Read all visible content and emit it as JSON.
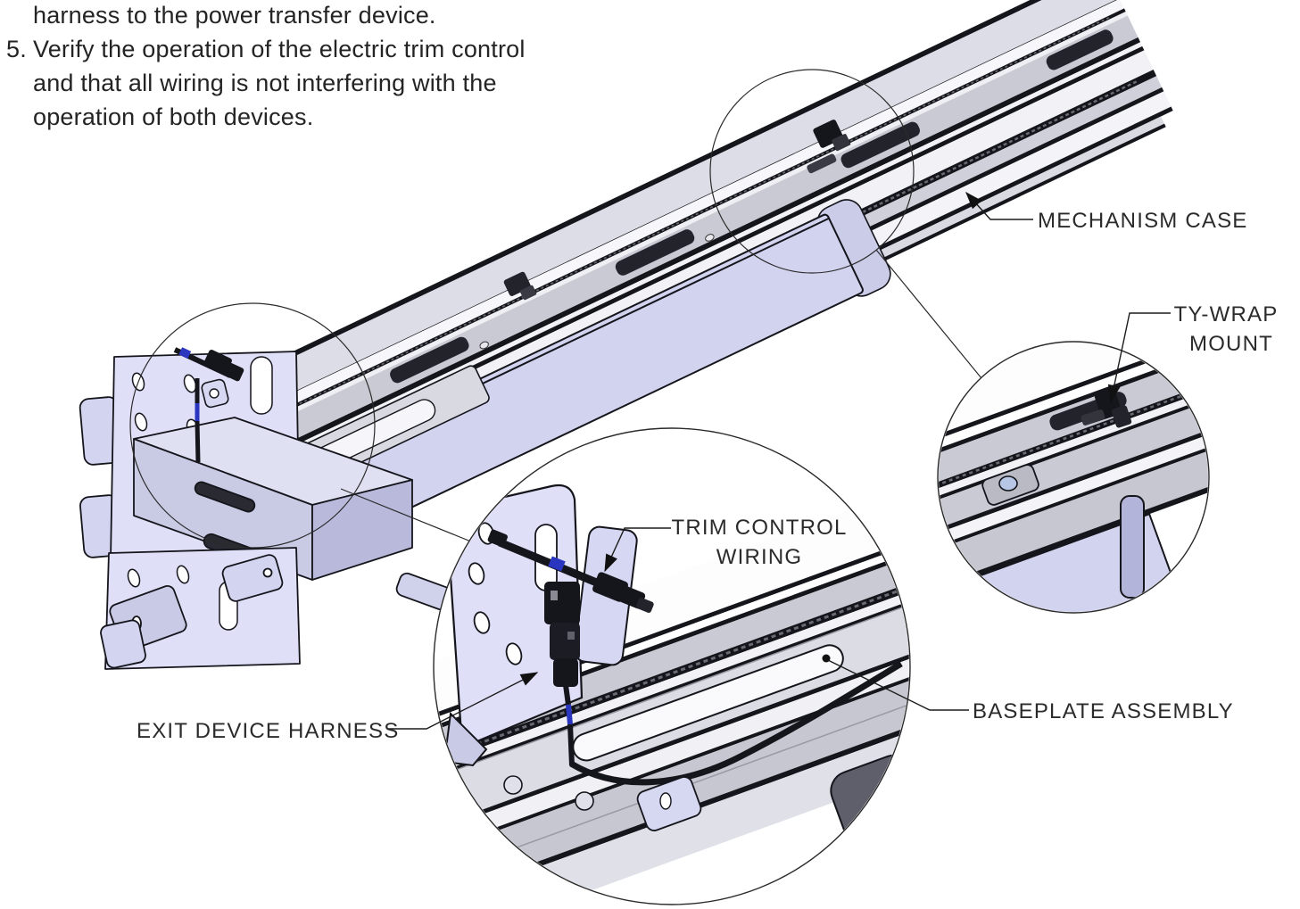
{
  "document": {
    "instructions": {
      "continuation_line": "harness to the power transfer device.",
      "item_number": "5.",
      "item_lines": [
        "Verify the operation of the electric trim control",
        "and that all wiring is not interfering with the",
        "operation of both devices."
      ]
    },
    "callouts": {
      "mechanism_case": "MECHANISM CASE",
      "ty_wrap_line1": "TY-WRAP",
      "ty_wrap_line2": "MOUNT",
      "trim_control_line1": "TRIM CONTROL",
      "trim_control_line2": "WIRING",
      "baseplate_assembly": "BASEPLATE ASSEMBLY",
      "exit_device_harness": "EXIT DEVICE HARNESS"
    },
    "figure_parts": [
      "mechanism-case-rail",
      "push-bar-panel",
      "mounting-bracket-plates",
      "trim-control-wiring",
      "exit-device-harness",
      "ty-wrap-mount",
      "baseplate-assembly",
      "detail-circle-left",
      "detail-circle-right"
    ],
    "colors": {
      "lavender_panel": "#d2d3ef",
      "lavender_plate": "#dfe0f8",
      "lavender_mid": "#b3b4d9",
      "gray_band": "#c9cad3",
      "gray_light": "#dcdde6",
      "white_face": "#f4f4f8",
      "outline": "#15151c",
      "wire_blue": "#2a35c0",
      "text": "#2b2b2b"
    }
  }
}
